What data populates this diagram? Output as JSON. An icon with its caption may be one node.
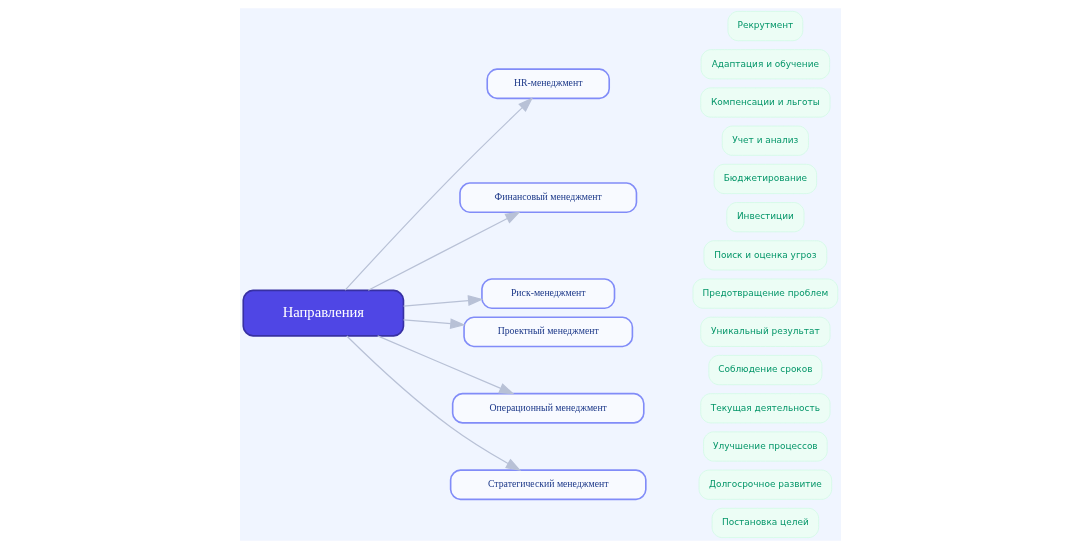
{
  "diagram": {
    "nodes": [
      {
        "text": [
          "Направления"
        ]
      },
      {
        "text": [
          "HR-менеджмент"
        ]
      },
      {
        "text": [
          "Рекрутмент"
        ]
      },
      {
        "text": [
          "Адаптация и обучение"
        ]
      },
      {
        "text": [
          "Компенсации и льготы"
        ]
      },
      {
        "text": [
          "Финансовый менеджмент"
        ]
      },
      {
        "text": [
          "Учет и анализ"
        ]
      },
      {
        "text": [
          "Бюджетирование"
        ]
      },
      {
        "text": [
          "Инвестиции"
        ]
      },
      {
        "text": [
          "Риск-менеджмент"
        ]
      },
      {
        "text": [
          "Поиск и оценка угроз"
        ]
      },
      {
        "text": [
          "Предотвращение проблем"
        ]
      },
      {
        "text": [
          "Проектный менеджмент"
        ]
      },
      {
        "text": [
          "Уникальный результат"
        ]
      },
      {
        "text": [
          "Соблюдение сроков"
        ]
      },
      {
        "text": [
          "Операционный менеджмент"
        ]
      },
      {
        "text": [
          "Текущая деятельность"
        ]
      },
      {
        "text": [
          "Улучшение процессов"
        ]
      },
      {
        "text": [
          "Стратегический менеджмент"
        ]
      },
      {
        "text": [
          "Долгосрочное развитие"
        ]
      },
      {
        "text": [
          "Постановка целей"
        ]
      }
    ],
    "edges": [
      {
        "from": 0,
        "to": 1,
        "arrow": "to"
      },
      {
        "from": 0,
        "to": 5,
        "arrow": "to"
      },
      {
        "from": 0,
        "to": 9,
        "arrow": "to"
      },
      {
        "from": 0,
        "to": 12,
        "arrow": "to"
      },
      {
        "from": 0,
        "to": 15,
        "arrow": "to"
      },
      {
        "from": 0,
        "to": 18,
        "arrow": "to"
      }
    ]
  }
}
